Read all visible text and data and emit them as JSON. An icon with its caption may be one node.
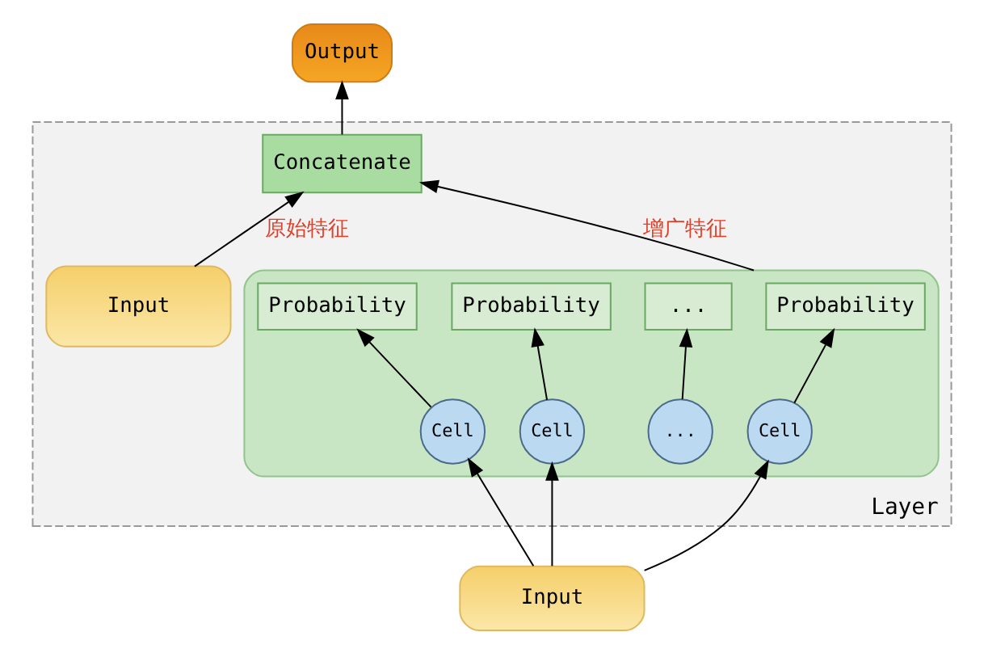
{
  "diagram": {
    "nodes": [
      {
        "text": [
          "Output"
        ]
      },
      {
        "text": [
          "Layer"
        ]
      },
      {
        "text": [
          "Concatenate"
        ],
        "in": 1
      },
      {
        "text": [
          "Input"
        ],
        "in": 1
      },
      {
        "text": [],
        "shape": "box",
        "in": 1
      },
      {
        "text": [
          "Probability"
        ],
        "in": 4
      },
      {
        "text": [
          "Probability"
        ],
        "in": 4
      },
      {
        "text": [
          "..."
        ],
        "in": 4
      },
      {
        "text": [
          "Probability"
        ],
        "in": 4
      },
      {
        "text": [
          "Cell"
        ],
        "in": 4
      },
      {
        "text": [
          "Cell"
        ],
        "in": 4
      },
      {
        "text": [
          "..."
        ],
        "in": 4
      },
      {
        "text": [
          "Cell"
        ],
        "in": 4
      },
      {
        "text": [
          "Input"
        ]
      }
    ],
    "edges": [
      {
        "from": 2,
        "to": 0,
        "arrow": "to"
      },
      {
        "from": 3,
        "to": 2,
        "arrow": "to",
        "label": "原始特征"
      },
      {
        "from": 4,
        "to": 2,
        "arrow": "to",
        "label": "增广特征"
      },
      {
        "from": 9,
        "to": 5,
        "arrow": "to"
      },
      {
        "from": 10,
        "to": 6,
        "arrow": "to"
      },
      {
        "from": 11,
        "to": 7,
        "arrow": "to"
      },
      {
        "from": 12,
        "to": 8,
        "arrow": "to"
      },
      {
        "from": 13,
        "to": 9,
        "arrow": "to"
      },
      {
        "from": 13,
        "to": 10,
        "arrow": "to"
      },
      {
        "from": 13,
        "to": 12,
        "arrow": "to"
      }
    ]
  }
}
